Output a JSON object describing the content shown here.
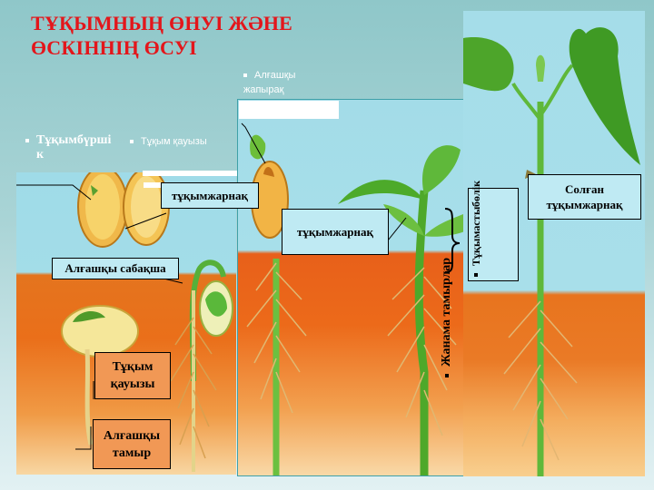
{
  "slide": {
    "title_line1": "ТҰҚЫМНЫҢ ӨНУІ  ЖӘНЕ",
    "title_line2": "ӨСКІННІҢ ӨСУІ",
    "title_color": "#e3161b",
    "background_color": "#a9d4d6"
  },
  "bullets": {
    "seed_embryo": "Тұқымбүрші",
    "seed_embryo_cont": "к",
    "seed_coat_top": "Тұқым қауызы",
    "first_leaf_line1": "Алғашқы",
    "first_leaf_line2": "жапырақ"
  },
  "labels": {
    "cotyledon_1": "тұқымжарнақ",
    "hypocotyl": "Алғашқы сабақша",
    "seed_coat_line1": "Тұқым",
    "seed_coat_line2": "қауызы",
    "primary_root_line1": "Алғашқы",
    "primary_root_line2": "тамыр",
    "cotyledon_2": "тұқымжарнақ",
    "lateral_roots": "Жанама тамырлар",
    "hypocotyl_part_line1": "Тұқымаст",
    "hypocotyl_part_line2": "ы",
    "hypocotyl_part_line3": "бөлік",
    "withered_line1": "Солған",
    "withered_line2": "тұқымжарнақ"
  },
  "colors": {
    "sky": "#a3dde8",
    "soil": "#ea6f1a",
    "label_blue": "#bfeaf3",
    "label_orange": "#f19855",
    "plant_green": "#4caf2a"
  }
}
